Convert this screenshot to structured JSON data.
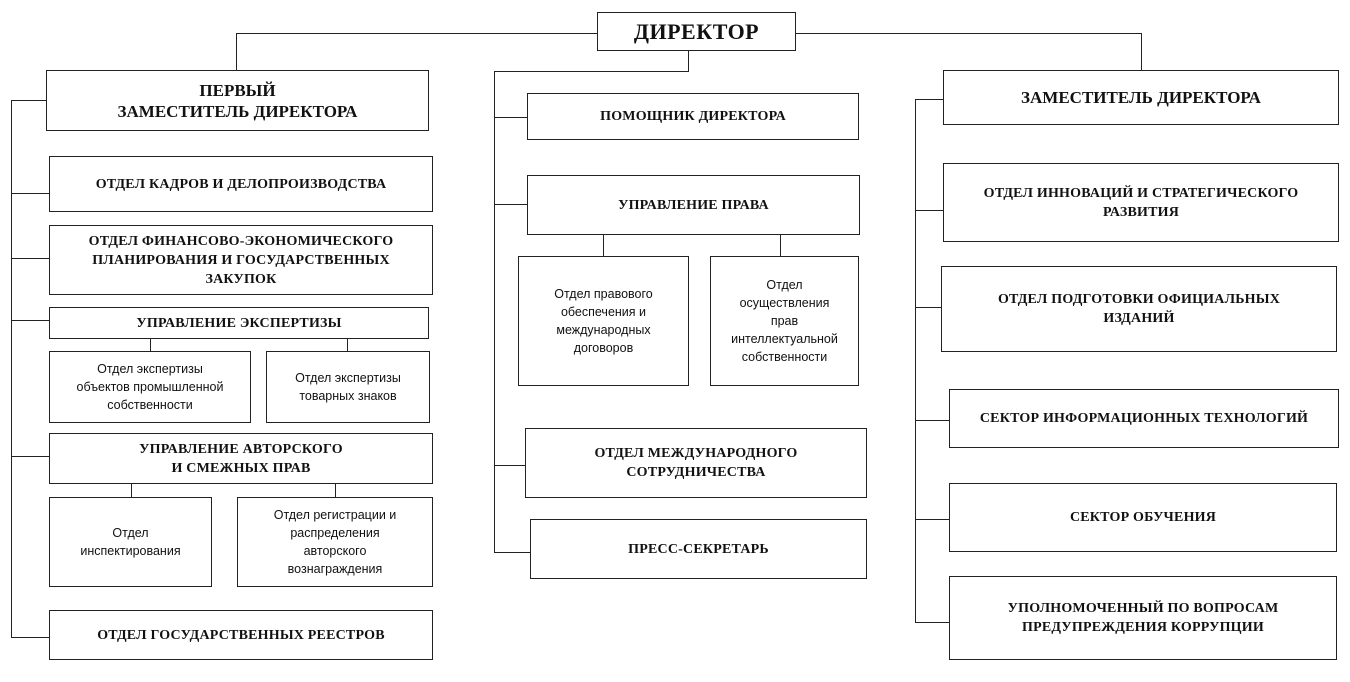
{
  "director": "ДИРЕКТОР",
  "first_deputy": {
    "title": "ПЕРВЫЙ\nЗАМЕСТИТЕЛЬ ДИРЕКТОРА",
    "hr_dept": "ОТДЕЛ КАДРОВ И ДЕЛОПРОИЗВОДСТВА",
    "finance_dept": "ОТДЕЛ ФИНАНСОВО-ЭКОНОМИЧЕСКОГО\nПЛАНИРОВАНИЯ И ГОСУДАРСТВЕННЫХ\nЗАКУПОК",
    "expertise_admin": "УПРАВЛЕНИЕ ЭКСПЕРТИЗЫ",
    "expertise_industrial": "Отдел экспертизы\nобъектов промышленной\nсобственности",
    "expertise_trademarks": "Отдел экспертизы\nтоварных знаков",
    "copyright_admin": "УПРАВЛЕНИЕ АВТОРСКОГО\nИ СМЕЖНЫХ ПРАВ",
    "inspection_dept": "Отдел\nинспектирования",
    "registration_dept": "Отдел регистрации и\nраспределения\nавторского\nвознаграждения",
    "registries_dept": "ОТДЕЛ ГОСУДАРСТВЕННЫХ РЕЕСТРОВ"
  },
  "center": {
    "assistant": "ПОМОЩНИК ДИРЕКТОРА",
    "law_admin": "УПРАВЛЕНИЕ ПРАВА",
    "legal_support_dept": "Отдел правового\nобеспечения и\nмеждународных\nдоговоров",
    "ip_rights_dept": "Отдел\nосуществления\nправ\nинтеллектуальной\nсобственности",
    "intl_dept": "ОТДЕЛ МЕЖДУНАРОДНОГО\nСОТРУДНИЧЕСТВА",
    "press_secretary": "ПРЕСС-СЕКРЕТАРЬ"
  },
  "deputy": {
    "title": "ЗАМЕСТИТЕЛЬ ДИРЕКТОРА",
    "innovation_dept": "ОТДЕЛ ИННОВАЦИЙ И СТРАТЕГИЧЕСКОГО\nРАЗВИТИЯ",
    "publications_dept": "ОТДЕЛ ПОДГОТОВКИ ОФИЦИАЛЬНЫХ\nИЗДАНИЙ",
    "it_sector": "СЕКТОР ИНФОРМАЦИОННЫХ ТЕХНОЛОГИЙ",
    "training_sector": "СЕКТОР ОБУЧЕНИЯ",
    "anticorruption": "УПОЛНОМОЧЕННЫЙ ПО ВОПРОСАМ\nПРЕДУПРЕЖДЕНИЯ КОРРУПЦИИ"
  }
}
